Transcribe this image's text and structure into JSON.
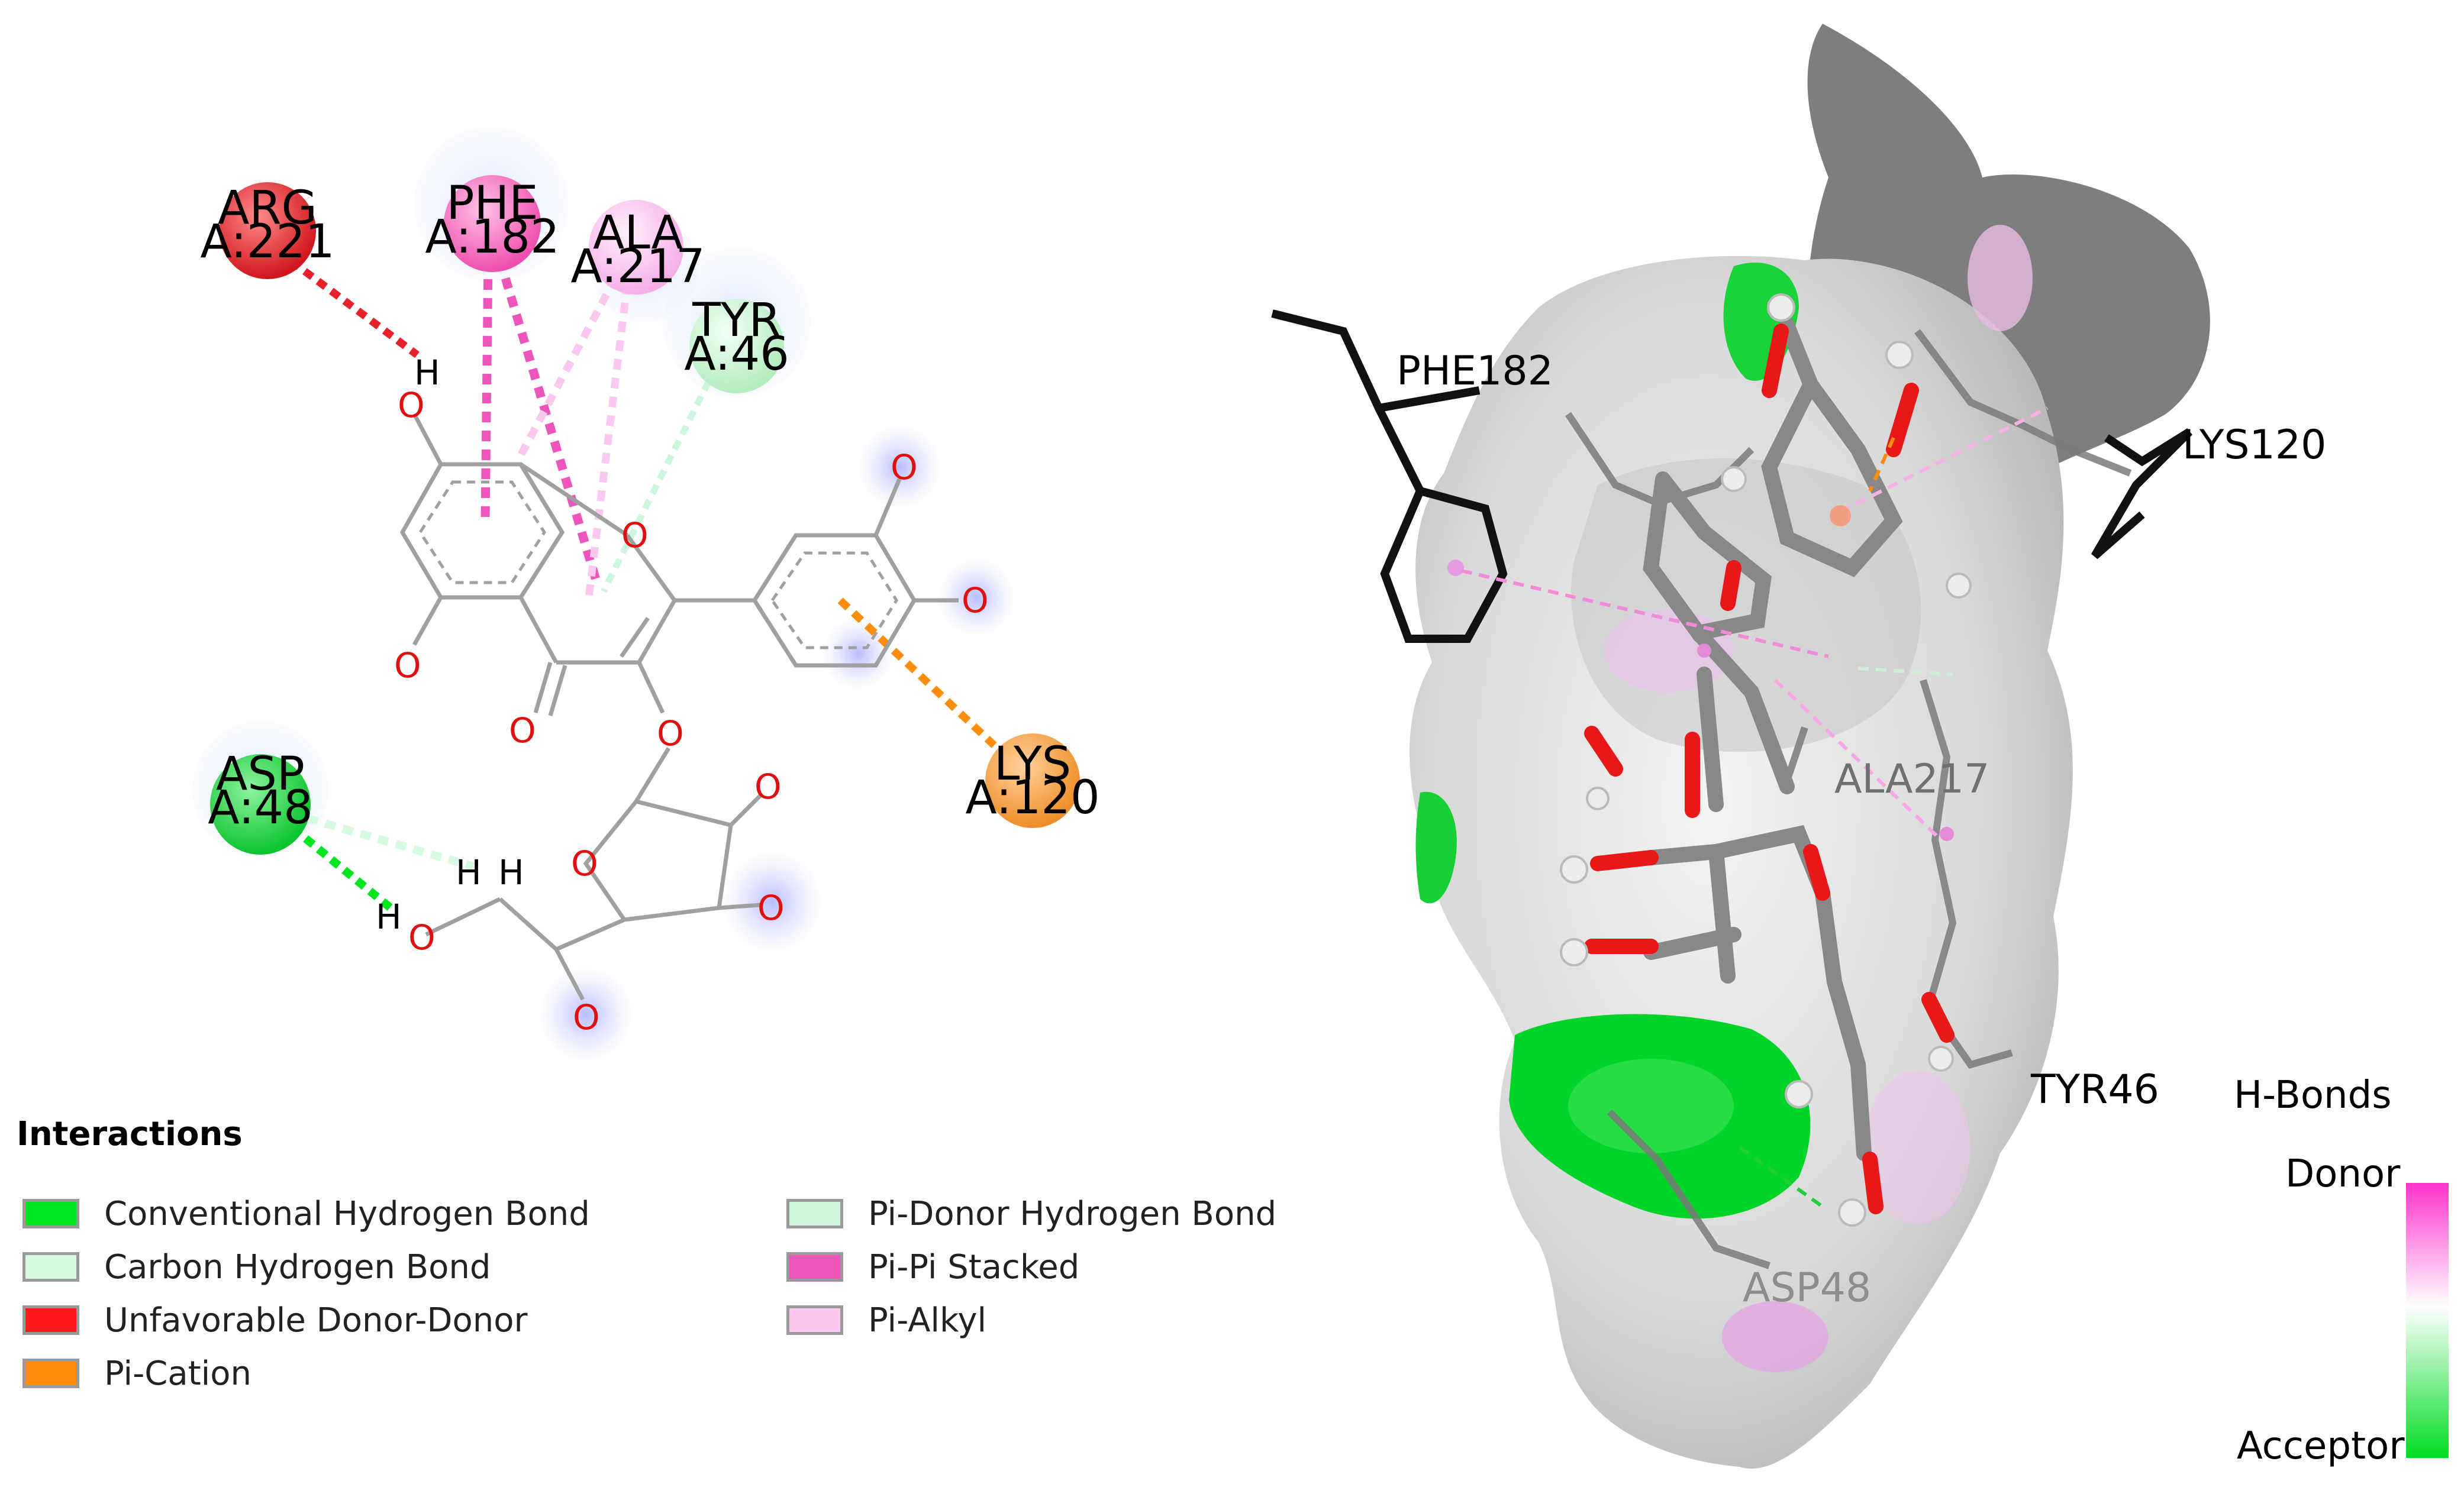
{
  "diagram2d": {
    "residues": [
      {
        "name": "ARG",
        "id": "A:221",
        "color": "#e8222a"
      },
      {
        "name": "PHE",
        "id": "A:182",
        "color": "#f260b9"
      },
      {
        "name": "ALA",
        "id": "A:217",
        "color": "#f9b8ee"
      },
      {
        "name": "TYR",
        "id": "A:46",
        "color": "#c3f0c8"
      },
      {
        "name": "ASP",
        "id": "A:48",
        "color": "#19d339"
      },
      {
        "name": "LYS",
        "id": "A:120",
        "color": "#f5a040"
      }
    ],
    "atoms": {
      "oxygen": "O",
      "hydrogen": "H"
    }
  },
  "legend": {
    "title": "Interactions",
    "items": [
      {
        "label": "Conventional Hydrogen Bond",
        "color": "#00e61e"
      },
      {
        "label": "Carbon Hydrogen Bond",
        "color": "#d7fbe0"
      },
      {
        "label": "Unfavorable Donor-Donor",
        "color": "#ff1a1a"
      },
      {
        "label": "Pi-Cation",
        "color": "#ff8c0a"
      },
      {
        "label": "Pi-Donor Hydrogen Bond",
        "color": "#ccf7dc"
      },
      {
        "label": "Pi-Pi Stacked",
        "color": "#ee55bb"
      },
      {
        "label": "Pi-Alkyl",
        "color": "#fbc8f2"
      }
    ]
  },
  "view3d": {
    "labels": {
      "phe": "PHE182",
      "lys": "LYS120",
      "ala": "ALA217",
      "tyr": "TYR46",
      "asp": "ASP48"
    },
    "hbond_scale": {
      "title": "H-Bonds",
      "top": "Donor",
      "bottom": "Acceptor",
      "donor_color": "#ff33cc",
      "acceptor_color": "#00dd22"
    }
  }
}
